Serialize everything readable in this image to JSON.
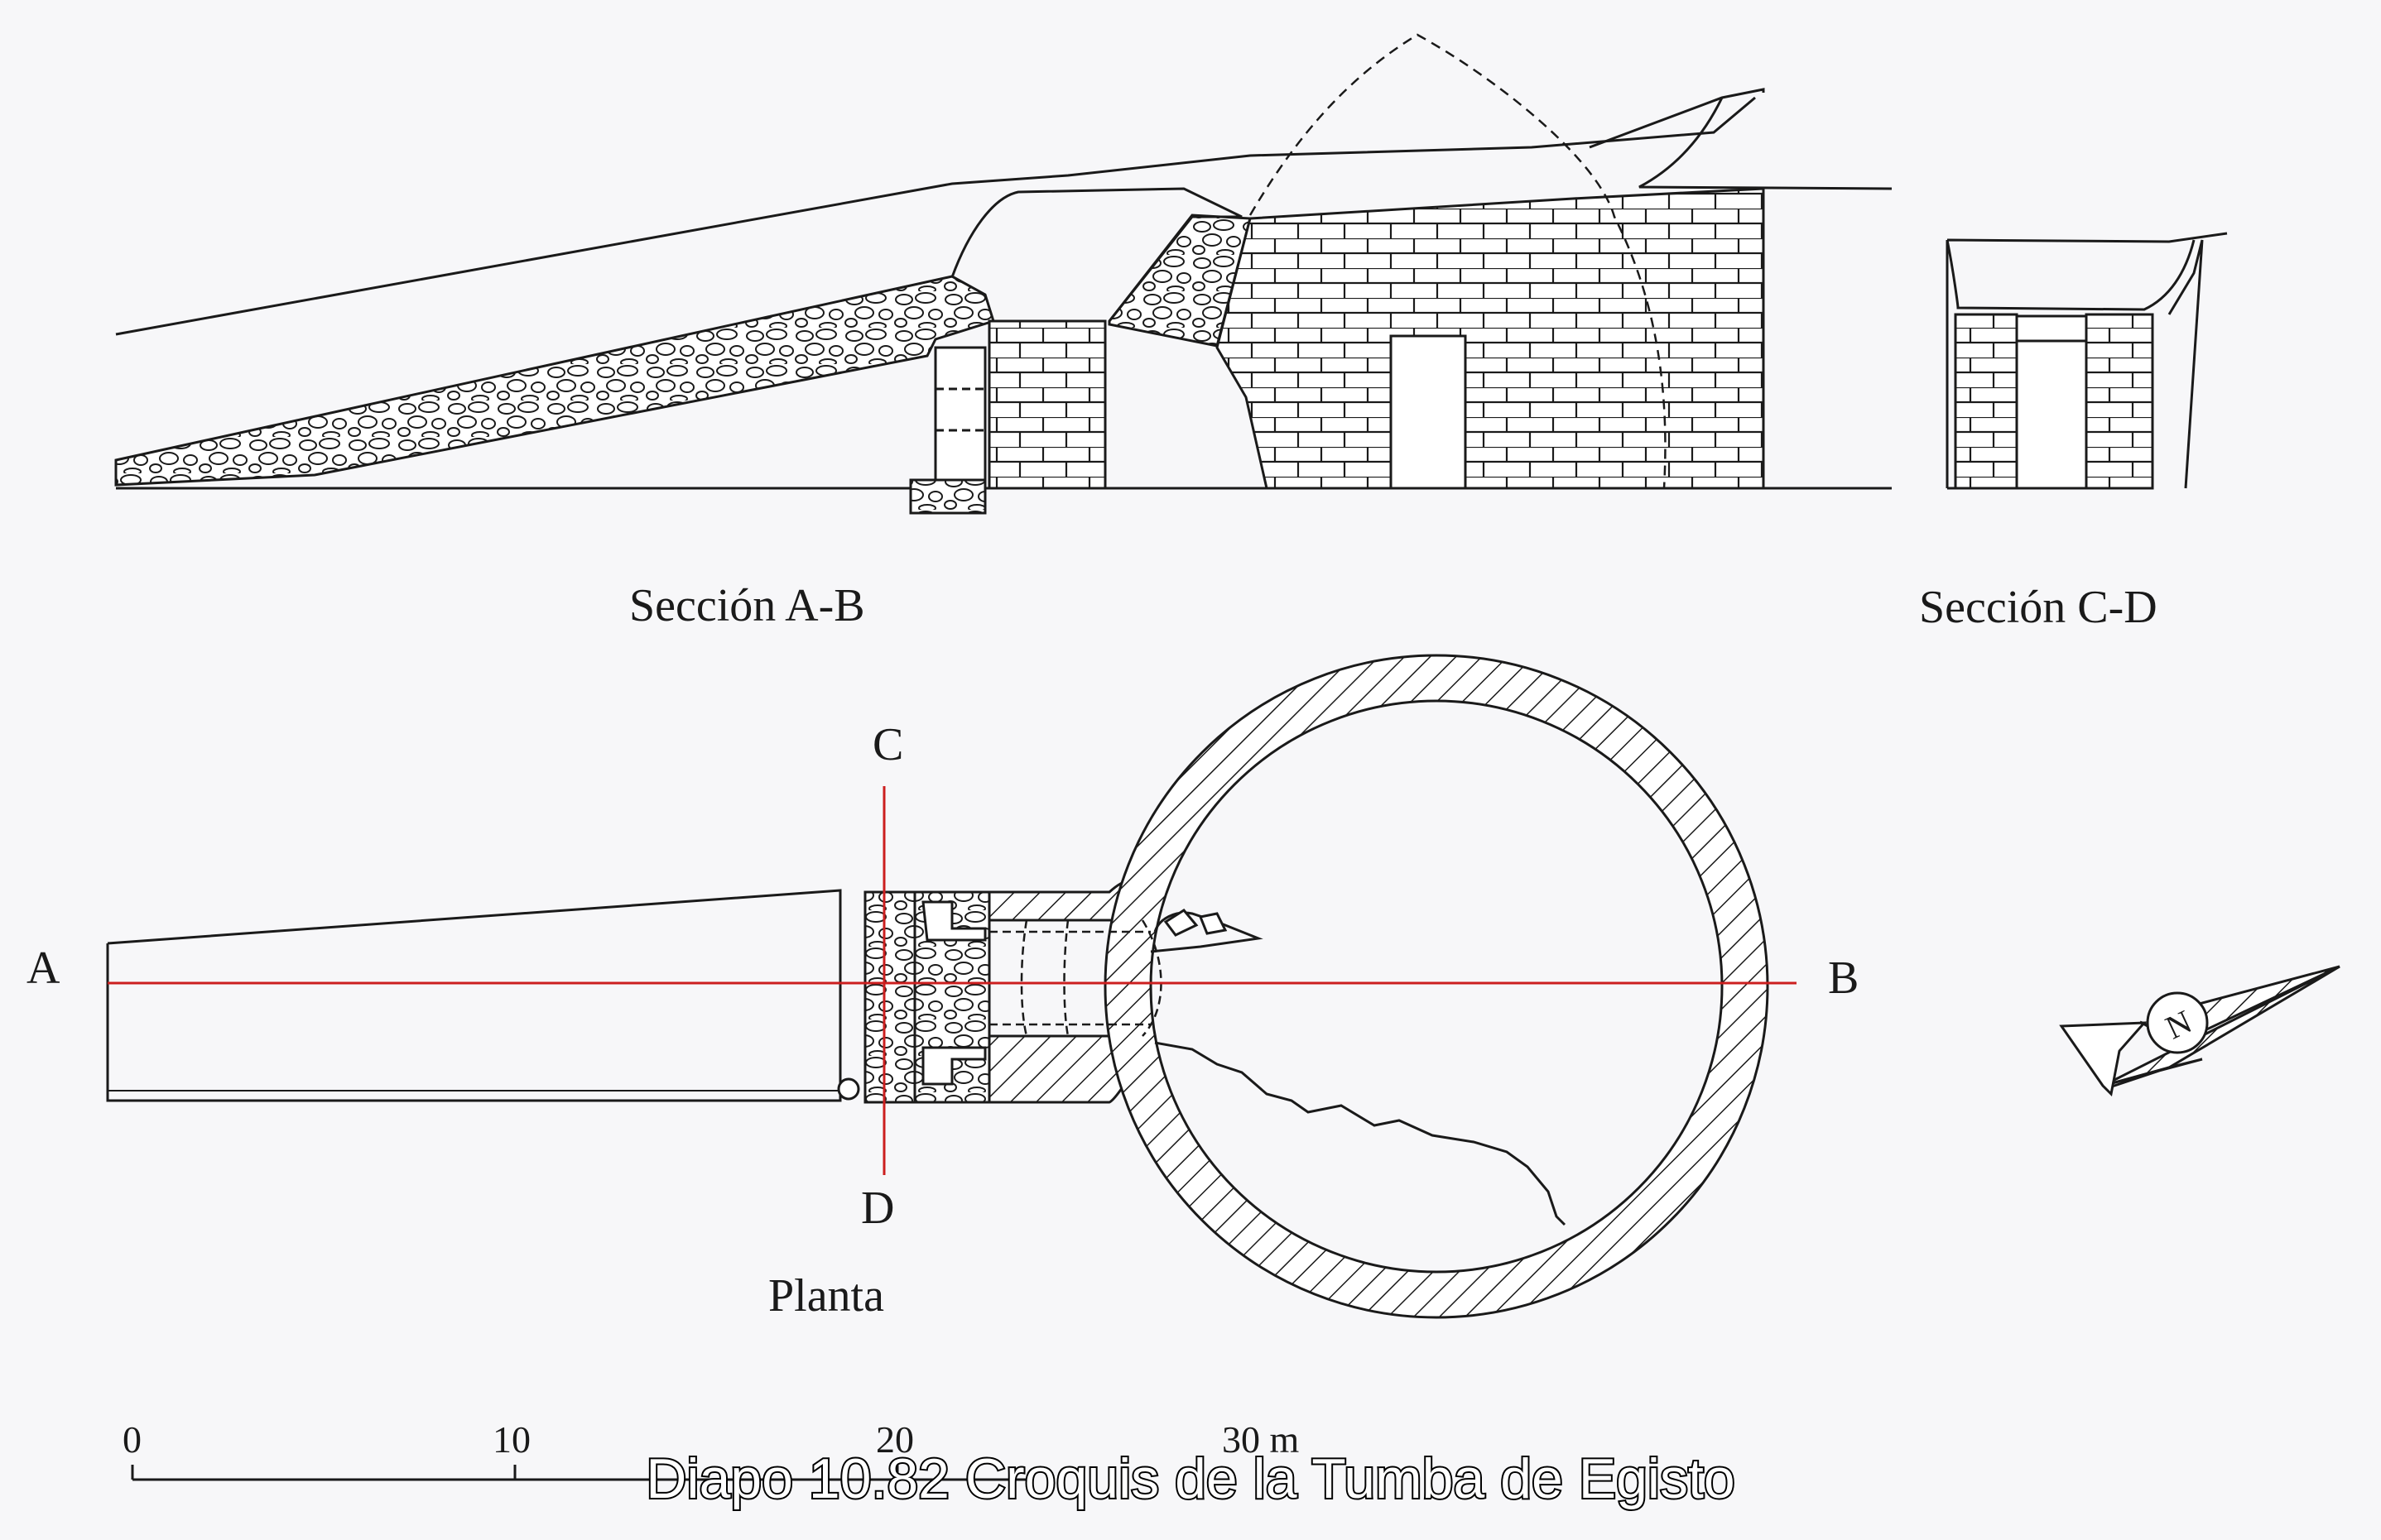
{
  "labels": {
    "section_ab": "Sección A-B",
    "section_cd": "Sección C-D",
    "point_a": "A",
    "point_b": "B",
    "point_c": "C",
    "point_d": "D",
    "plan": "Planta",
    "compass_n": "N"
  },
  "scale_bar": {
    "ticks": [
      "0",
      "10",
      "20",
      "30 m"
    ]
  },
  "caption": "Diapo 10.82 Croquis de la Tumba de Egisto",
  "colors": {
    "paper": "#f7f7f9",
    "ink": "#1a1a1a",
    "section_line": "#cc1f1f"
  }
}
